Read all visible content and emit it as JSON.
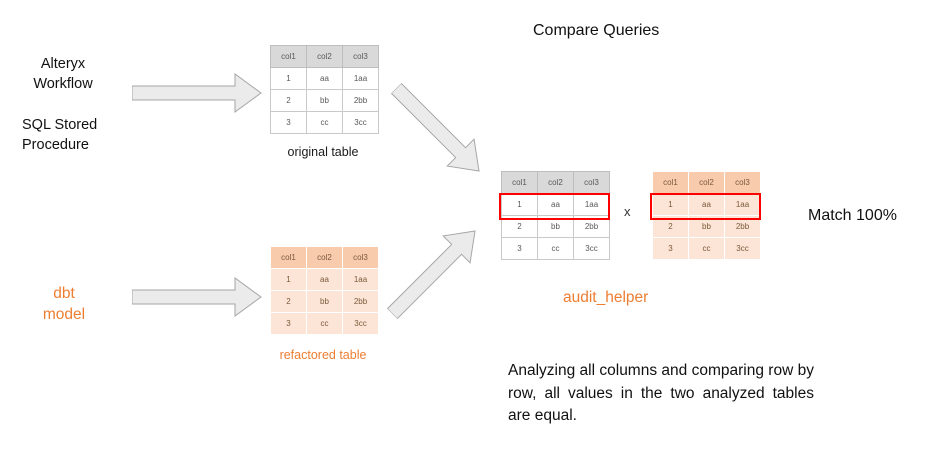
{
  "title": "Compare Queries",
  "left_labels": {
    "alteryx_workflow": "Alteryx\nWorkflow",
    "sql_stored_procedure": "SQL Stored\nProcedure",
    "dbt_model": "dbt\nmodel"
  },
  "table_data": {
    "headers": [
      "col1",
      "col2",
      "col3"
    ],
    "rows": [
      [
        "1",
        "aa",
        "1aa"
      ],
      [
        "2",
        "bb",
        "2bb"
      ],
      [
        "3",
        "cc",
        "3cc"
      ]
    ]
  },
  "captions": {
    "original": "original table",
    "refactored": "refactored table",
    "audit_helper": "audit_helper",
    "multiply": "x",
    "match": "Match 100%"
  },
  "description": "Analyzing all columns and comparing row by row, all values in the two analyzed tables are equal.",
  "colors": {
    "accent_orange": "#ed7d31",
    "gray_table_header": "#d9d9d9",
    "orange_table_header": "#f8cbad",
    "orange_table_cell": "#fce4d6",
    "highlight_red": "#ff0000",
    "arrow_fill": "#ebebeb",
    "arrow_stroke": "#a6a6a6"
  }
}
